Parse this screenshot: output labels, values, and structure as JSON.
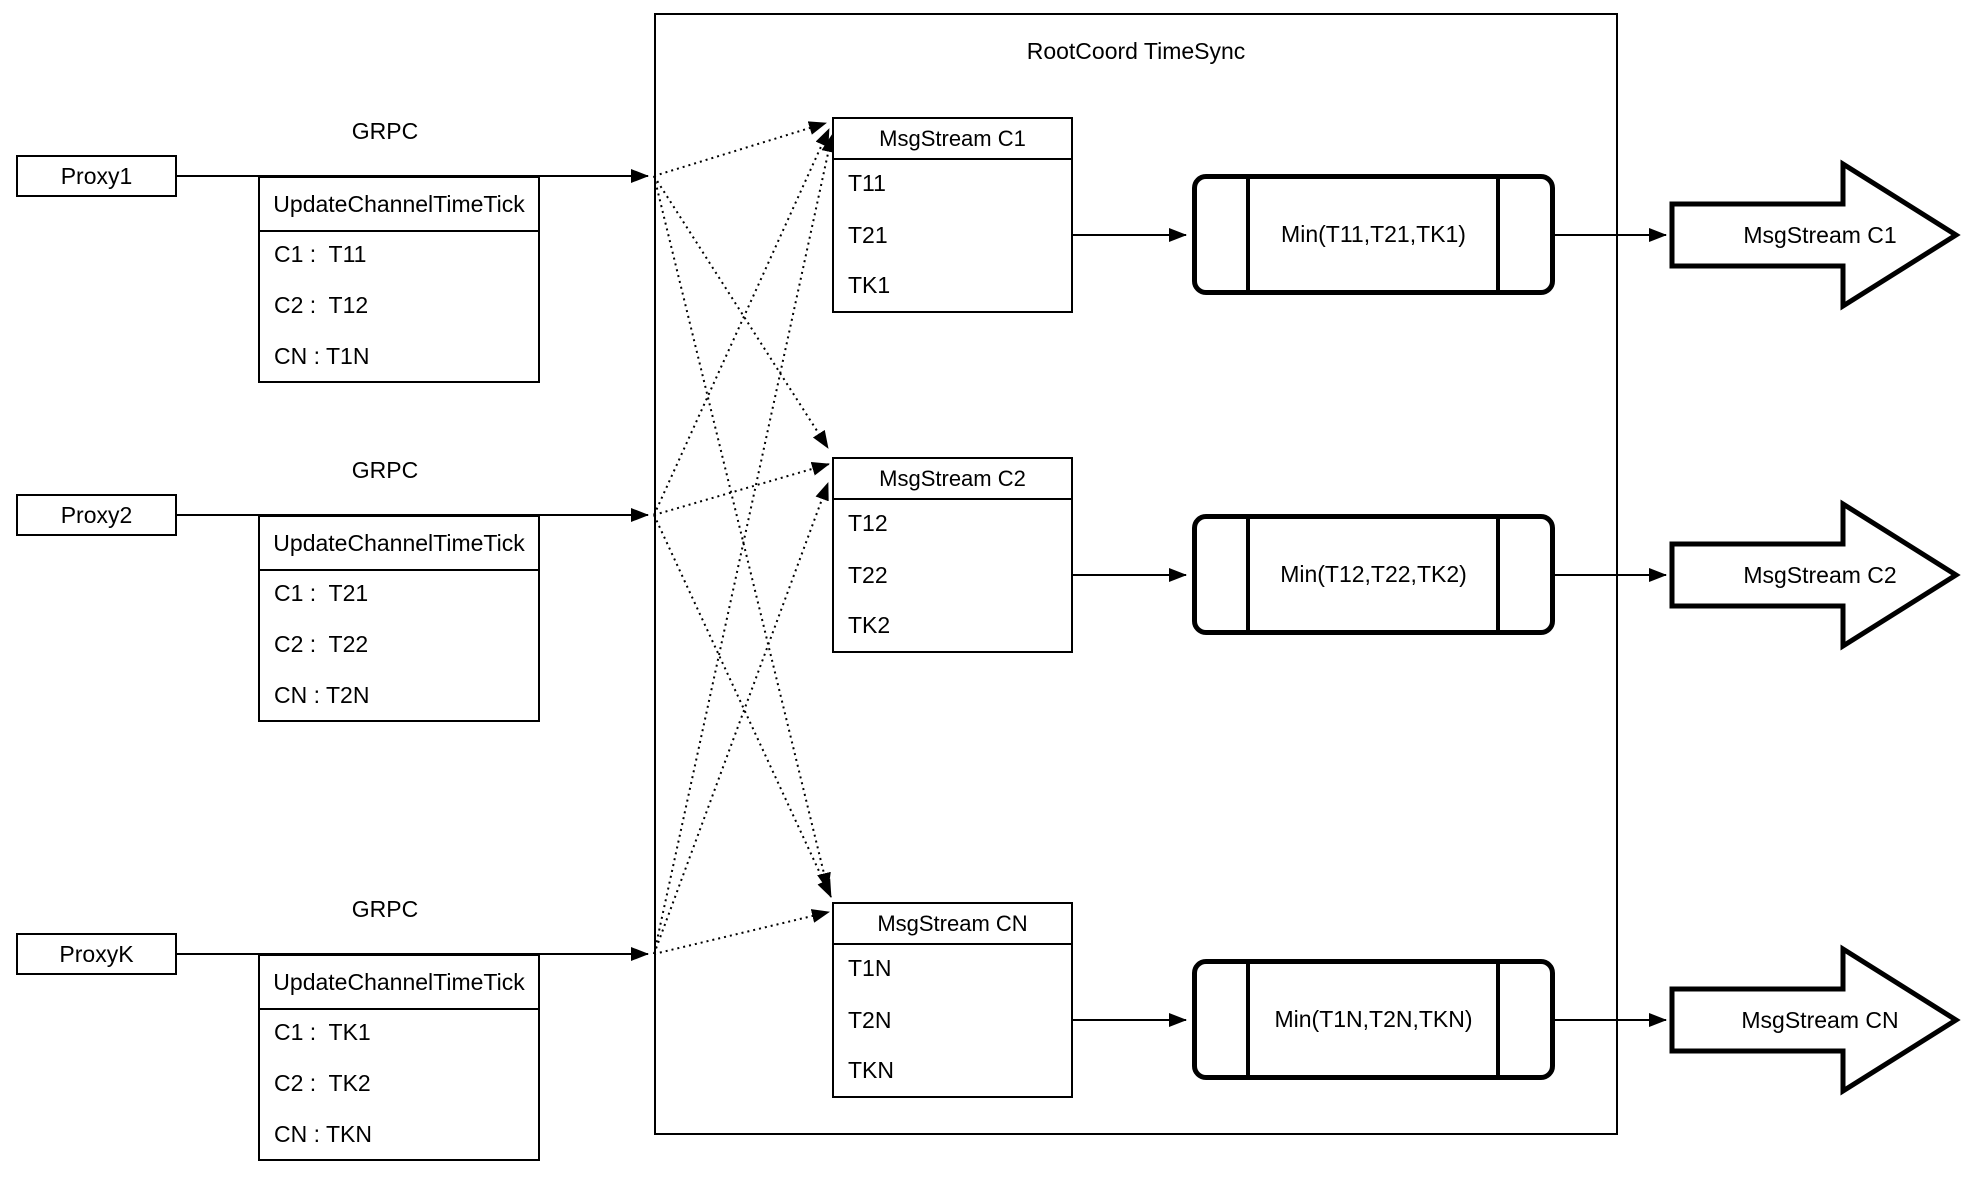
{
  "diagram": {
    "title": "RootCoord TimeSync",
    "grpc_label": "GRPC",
    "update_table_header": "UpdateChannelTimeTick",
    "proxies": [
      {
        "name": "Proxy1",
        "ticks": [
          "C1 :  T11",
          "C2 :  T12",
          "CN : T1N"
        ]
      },
      {
        "name": "Proxy2",
        "ticks": [
          "C1 :  T21",
          "C2 :  T22",
          "CN : T2N"
        ]
      },
      {
        "name": "ProxyK",
        "ticks": [
          "C1 :  TK1",
          "C2 :  TK2",
          "CN : TKN"
        ]
      }
    ],
    "streams": [
      {
        "header": "MsgStream C1",
        "ticks": [
          "T11",
          "T21",
          "TK1"
        ],
        "min_label": "Min(T11,T21,TK1)",
        "output_label": "MsgStream C1"
      },
      {
        "header": "MsgStream C2",
        "ticks": [
          "T12",
          "T22",
          "TK2"
        ],
        "min_label": "Min(T12,T22,TK2)",
        "output_label": "MsgStream C2"
      },
      {
        "header": "MsgStream CN",
        "ticks": [
          "T1N",
          "T2N",
          "TKN"
        ],
        "min_label": "Min(T1N,T2N,TKN)",
        "output_label": "MsgStream CN"
      }
    ],
    "colors": {
      "stroke": "#000000",
      "background": "#ffffff"
    }
  }
}
